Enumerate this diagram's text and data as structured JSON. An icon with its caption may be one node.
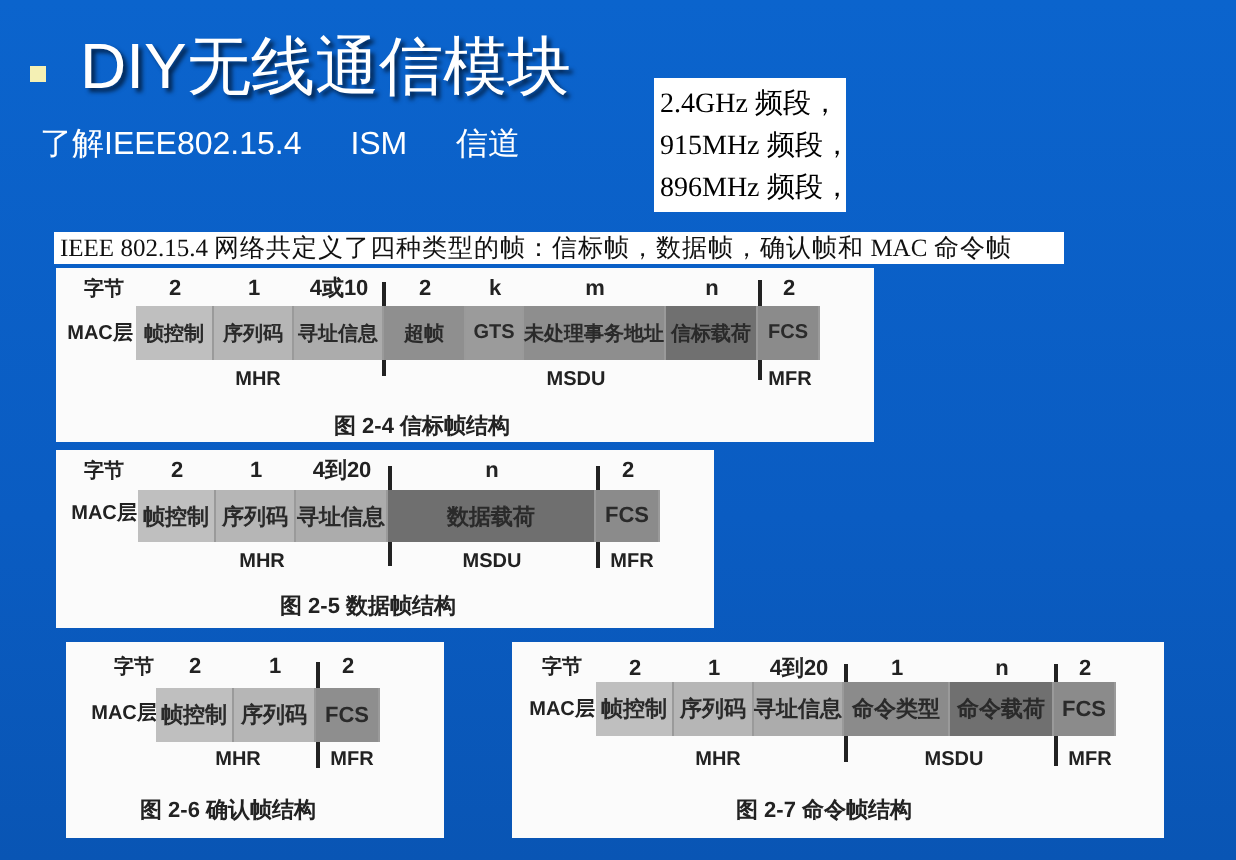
{
  "diagram": {
    "title": "DIY无线通信模块",
    "nodes": [
      {
        "text": [
          "2.4GHz 频段，",
          "915MHz 频段，",
          "896MHz 频段，"
        ]
      },
      {
        "text": [
          "IEEE 802.15.4 网络共定义了四种类型的帧：信标帧，数据帧，确认帧和 MAC 命令帧"
        ]
      },
      {
        "text": [
          "字节",
          "MAC层",
          "MHR",
          "MSDU",
          "MFR",
          "图 2-4 信标帧结构"
        ]
      },
      {
        "text": [
          "帧控制"
        ],
        "beside": [
          "2"
        ],
        "in": 2
      },
      {
        "text": [
          "序列码"
        ],
        "beside": [
          "1"
        ],
        "in": 2
      },
      {
        "text": [
          "寻址信息"
        ],
        "beside": [
          "4或10"
        ],
        "in": 2
      },
      {
        "text": [
          "超帧"
        ],
        "beside": [
          "2"
        ],
        "in": 2
      },
      {
        "text": [
          "GTS"
        ],
        "beside": [
          "k"
        ],
        "in": 2
      },
      {
        "text": [
          "未处理事务地址"
        ],
        "beside": [
          "m"
        ],
        "in": 2
      },
      {
        "text": [
          "信标载荷"
        ],
        "beside": [
          "n"
        ],
        "in": 2
      },
      {
        "text": [
          "FCS"
        ],
        "beside": [
          "2"
        ],
        "in": 2
      },
      {
        "text": [
          "字节",
          "MAC层",
          "MHR",
          "MSDU",
          "MFR",
          "图 2-5 数据帧结构"
        ]
      },
      {
        "text": [
          "帧控制"
        ],
        "beside": [
          "2"
        ],
        "in": 11
      },
      {
        "text": [
          "序列码"
        ],
        "beside": [
          "1"
        ],
        "in": 11
      },
      {
        "text": [
          "寻址信息"
        ],
        "beside": [
          "4到20"
        ],
        "in": 11
      },
      {
        "text": [
          "数据载荷"
        ],
        "beside": [
          "n"
        ],
        "in": 11
      },
      {
        "text": [
          "FCS"
        ],
        "beside": [
          "2"
        ],
        "in": 11
      },
      {
        "text": [
          "字节",
          "MAC层",
          "MHR",
          "MFR",
          "图 2-6 确认帧结构"
        ]
      },
      {
        "text": [
          "帧控制"
        ],
        "beside": [
          "2"
        ],
        "in": 17
      },
      {
        "text": [
          "序列码"
        ],
        "beside": [
          "1"
        ],
        "in": 17
      },
      {
        "text": [
          "FCS"
        ],
        "beside": [
          "2"
        ],
        "in": 17
      },
      {
        "text": [
          "字节",
          "MAC层",
          "MHR",
          "MSDU",
          "MFR",
          "图 2-7 命令帧结构"
        ]
      },
      {
        "text": [
          "帧控制"
        ],
        "beside": [
          "2"
        ],
        "in": 21
      },
      {
        "text": [
          "序列码"
        ],
        "beside": [
          "1"
        ],
        "in": 21
      },
      {
        "text": [
          "寻址信息"
        ],
        "beside": [
          "4到20"
        ],
        "in": 21
      },
      {
        "text": [
          "命令类型"
        ],
        "beside": [
          "1"
        ],
        "in": 21
      },
      {
        "text": [
          "命令载荷"
        ],
        "beside": [
          "n"
        ],
        "in": 21
      },
      {
        "text": [
          "FCS"
        ],
        "beside": [
          "2"
        ],
        "in": 21
      }
    ],
    "labels": [
      "了解IEEE802.15.4 ISM 信道"
    ]
  }
}
